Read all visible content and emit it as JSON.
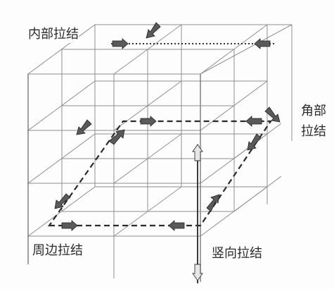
{
  "labels": {
    "internal_tie": "内部拉结",
    "corner_tie_line1": "角部",
    "corner_tie_line2": "拉结",
    "peripheral_tie": "周边拉结",
    "vertical_tie": "竖向拉结"
  },
  "colors": {
    "frame": "#8f8f8f",
    "tie": "#2b2b2b",
    "arrow_dark": "#5a5a5a",
    "arrow_light": "#e6e6e6"
  }
}
